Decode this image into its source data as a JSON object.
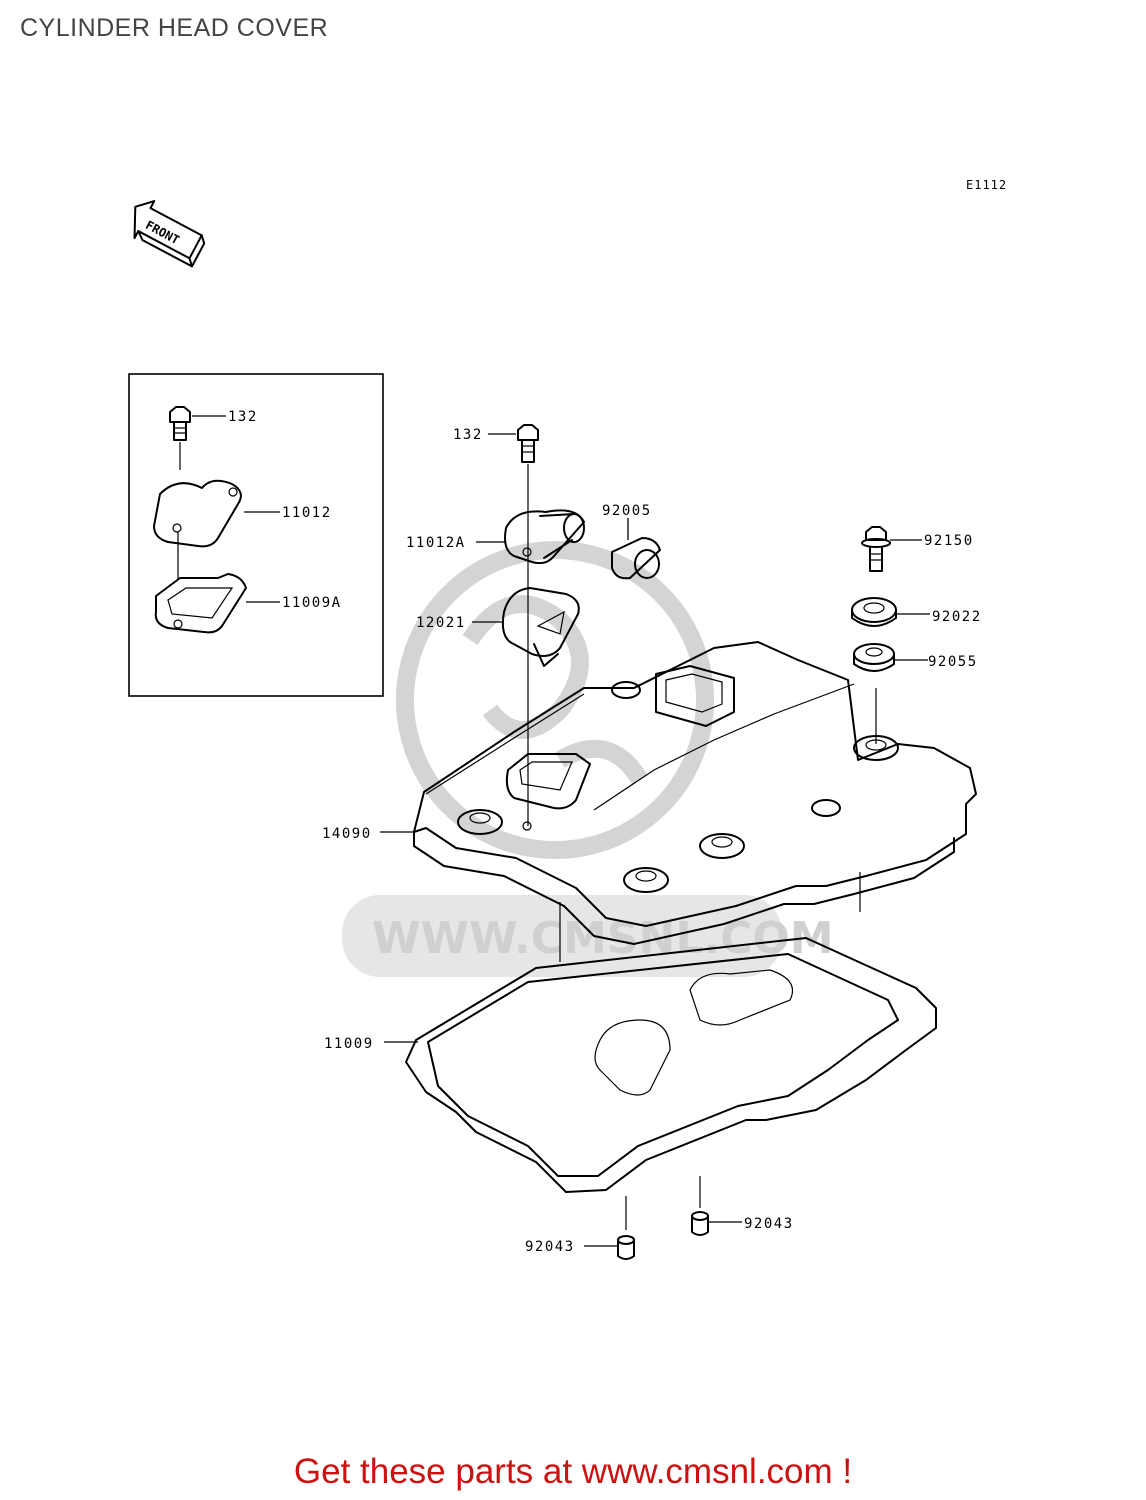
{
  "title": "CYLINDER HEAD COVER",
  "diagram_code": "E1112",
  "front_label": "FRONT",
  "watermark": "WWW.CMSNL.COM",
  "footer": "Get these parts at www.cmsnl.com !",
  "parts": {
    "inset_bolt": "132",
    "inset_cap": "11012",
    "inset_gasket": "11009A",
    "main_bolt": "132",
    "breather_cap": "11012A",
    "hose": "92005",
    "baffle": "12021",
    "bolt": "92150",
    "washer": "92022",
    "grommet": "92055",
    "cover": "14090",
    "gasket": "11009",
    "dowel_left": "92043",
    "dowel_right": "92043"
  }
}
